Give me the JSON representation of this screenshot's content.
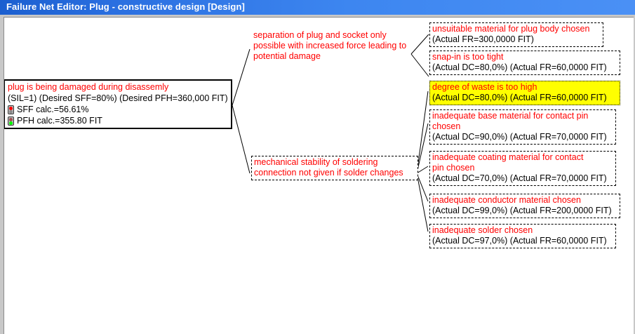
{
  "window": {
    "title": "Failure Net Editor: Plug - constructive design [Design]"
  },
  "colors": {
    "titlebar_start": "#1b5fd0",
    "titlebar_end": "#4a90f5",
    "node_header_text": "#ff0000",
    "node_detail_text": "#000000",
    "selected_node_background": "#ffff00",
    "canvas_background": "#ffffff",
    "frame_background": "#c8c8c8"
  },
  "root_node": {
    "header": "plug is being damaged during disassemly",
    "detail": "(SIL=1) (Desired SFF=80%) (Desired PFH=360,000 FIT)",
    "metrics": [
      {
        "icon": "traffic-light-red-icon",
        "label": "SFF calc.=56.61%",
        "state": "red"
      },
      {
        "icon": "traffic-light-green-icon",
        "label": "PFH calc.=355.80 FIT",
        "state": "green"
      }
    ]
  },
  "intermediate_nodes": [
    {
      "id": "separation",
      "style": "plain",
      "lines": [
        "separation of plug and socket only",
        "possible with increased force leading to",
        "potential damage"
      ]
    },
    {
      "id": "mechanical-stability",
      "style": "dashed",
      "lines": [
        "mechanical stability of soldering",
        "connection not given if solder changes"
      ]
    }
  ],
  "leaf_nodes": [
    {
      "id": "unsuitable-material-plug-body",
      "parent": "separation",
      "style": "dashed",
      "header": "unsuitable material for plug body chosen",
      "detail": "(Actual FR=300,0000 FIT)"
    },
    {
      "id": "snap-in-too-tight",
      "parent": "separation",
      "style": "dashed",
      "header": "snap-in is too tight",
      "detail": "(Actual DC=80,0%) (Actual FR=60,0000 FIT)"
    },
    {
      "id": "degree-of-waste-too-high",
      "parent": "mechanical-stability",
      "style": "selected",
      "header": "degree of waste is too high",
      "detail": "(Actual DC=80,0%) (Actual FR=60,0000 FIT)"
    },
    {
      "id": "inadequate-base-material",
      "parent": "mechanical-stability",
      "style": "dashed",
      "header_line1": "inadequate base material for contact pin",
      "header_line2": "chosen",
      "detail": "(Actual DC=90,0%) (Actual FR=70,0000 FIT)"
    },
    {
      "id": "inadequate-coating-material",
      "parent": "mechanical-stability",
      "style": "dashed",
      "header_line1": "inadequate coating material for contact",
      "header_line2": "pin chosen",
      "detail": "(Actual DC=70,0%) (Actual FR=70,0000 FIT)"
    },
    {
      "id": "inadequate-conductor-material",
      "parent": "mechanical-stability",
      "style": "dashed",
      "header": "inadequate conductor material chosen",
      "detail": "(Actual DC=99,0%) (Actual FR=200,0000 FIT)"
    },
    {
      "id": "inadequate-solder",
      "parent": "mechanical-stability",
      "style": "dashed",
      "header": "inadequate solder chosen",
      "detail": "(Actual DC=97,0%) (Actual FR=60,0000 FIT)"
    }
  ]
}
